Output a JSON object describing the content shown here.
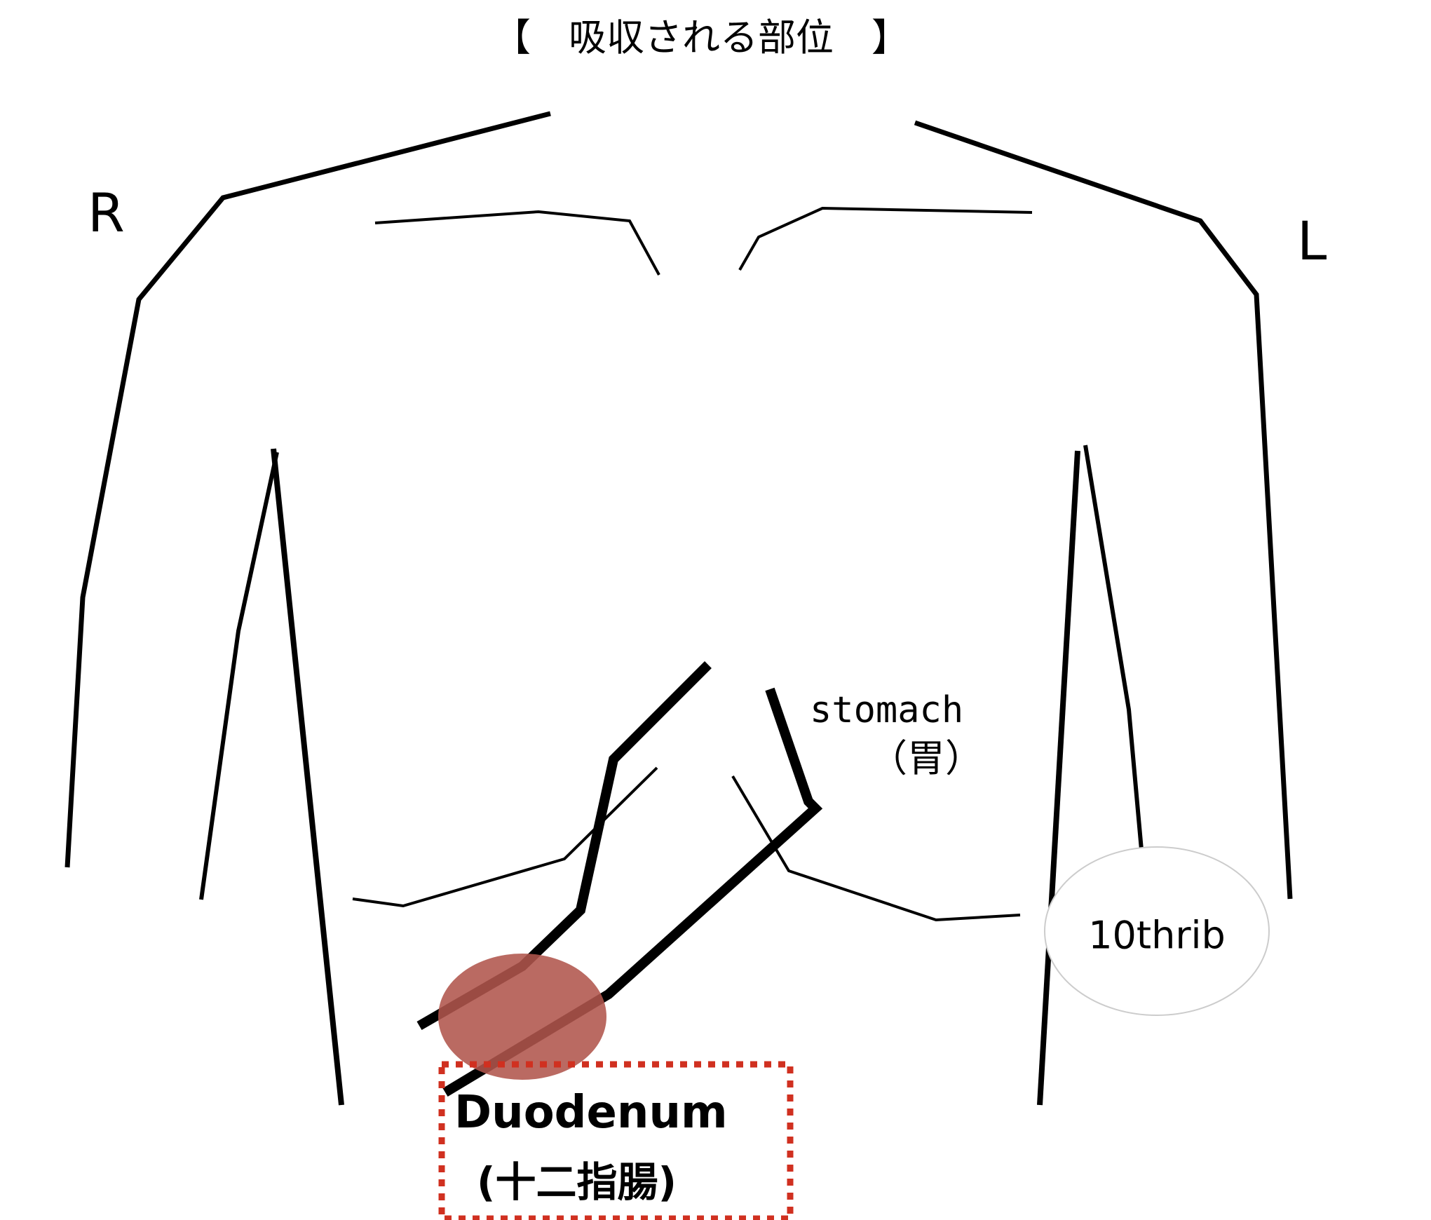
{
  "title": "【　吸収される部位　】",
  "side_labels": {
    "right": "R",
    "left": "L"
  },
  "labels": {
    "stomach": "stomach",
    "stomach_ja": "（胃）",
    "rib": "10thrib",
    "duodenum": "Duodenum",
    "duodenum_ja": "(十二指腸)"
  },
  "colors": {
    "line": "#000000",
    "highlight": "#b0554c",
    "box_border": "#d03020",
    "rib_ellipse_stroke": "#cccccc"
  }
}
